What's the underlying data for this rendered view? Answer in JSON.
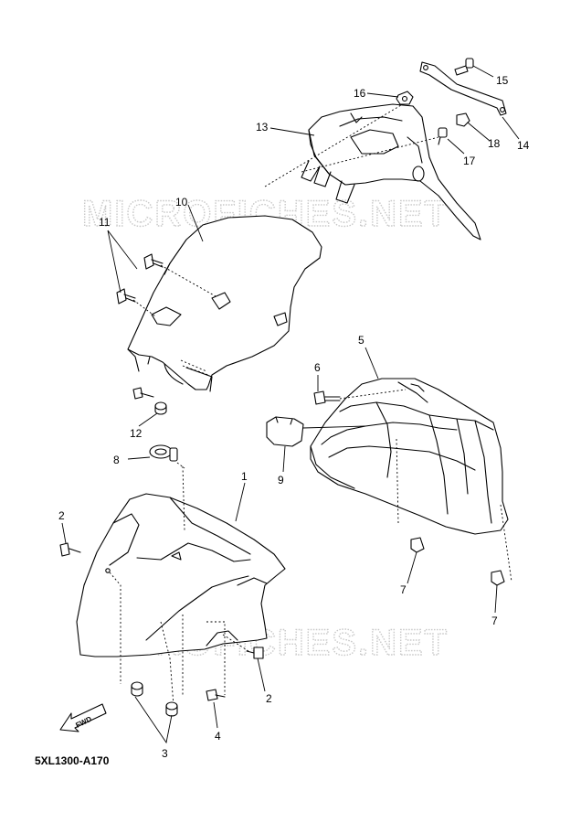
{
  "watermark": "MICROFICHES.NET",
  "diagram_code": "5XL1300-A170",
  "fwd_label": "FWD",
  "callouts": {
    "c1": "1",
    "c2a": "2",
    "c2b": "2",
    "c3": "3",
    "c4": "4",
    "c5": "5",
    "c6": "6",
    "c7a": "7",
    "c7b": "7",
    "c8": "8",
    "c9": "9",
    "c10": "10",
    "c11": "11",
    "c12": "12",
    "c13": "13",
    "c14": "14",
    "c15": "15",
    "c16": "16",
    "c17": "17",
    "c18": "18"
  }
}
